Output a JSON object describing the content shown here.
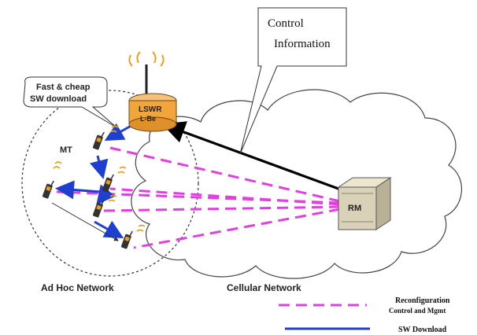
{
  "labels": {
    "callout_sw_line1": "Fast & cheap",
    "callout_sw_line2": "SW download",
    "mt": "MT",
    "lswr_line1": "LSWR",
    "lswr_line2": "L-Be",
    "control_line1": "Control",
    "control_line2": "Information",
    "rm": "RM",
    "adhoc": "Ad Hoc Network",
    "cellular": "Cellular Network"
  },
  "legend": {
    "reconfig_line1": "Reconfiguration",
    "reconfig_line2": "Control and Mgmt",
    "sw_download": "SW Download"
  },
  "colors": {
    "reconfig": "#e040e0",
    "sw_download": "#1f3fd0",
    "control": "#000000",
    "router": "#f2a53a",
    "rm_box": "#d9d2b8"
  }
}
